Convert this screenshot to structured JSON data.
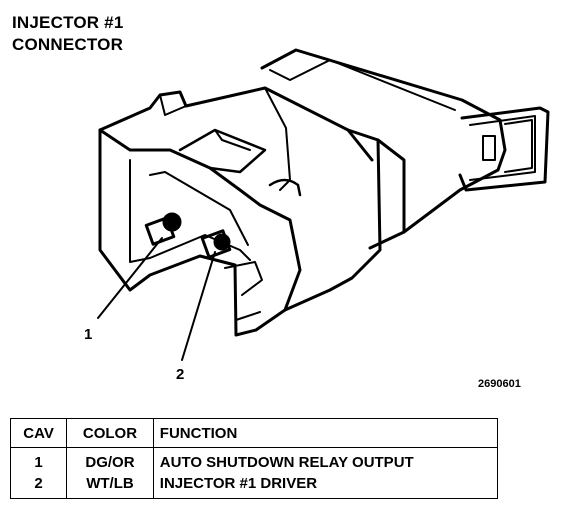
{
  "title": {
    "line1": "INJECTOR #1",
    "line2": "CONNECTOR"
  },
  "callouts": {
    "pin1": "1",
    "pin2": "2"
  },
  "figure_code": "2690601",
  "table": {
    "headers": {
      "cav": "CAV",
      "color": "COLOR",
      "function": "FUNCTION"
    },
    "rows": [
      {
        "cav": "1",
        "color": "DG/OR",
        "function": "AUTO SHUTDOWN RELAY OUTPUT"
      },
      {
        "cav": "2",
        "color": "WT/LB",
        "function": "INJECTOR #1 DRIVER"
      }
    ]
  }
}
